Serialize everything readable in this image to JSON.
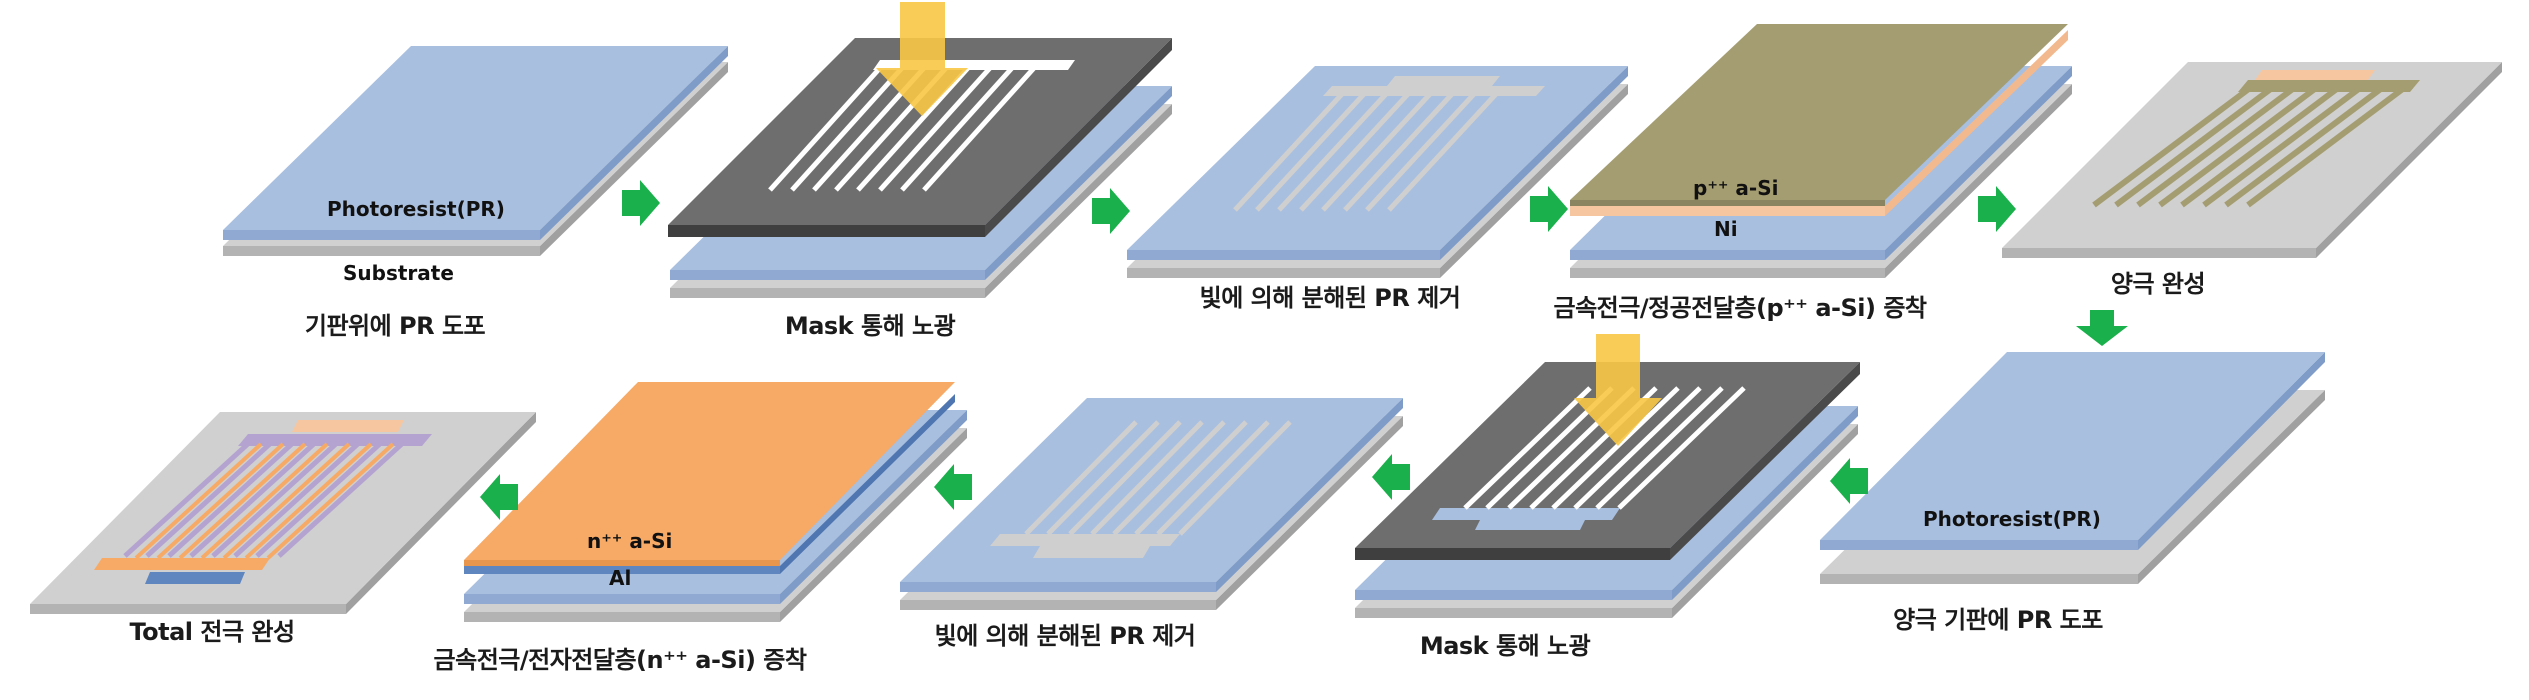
{
  "captions": {
    "s1": "기판위에 PR 도포",
    "s2": "Mask 통해 노광",
    "s3": "빛에 의해 분해된 PR 제거",
    "s4": "금속전극/정공전달층(p⁺⁺ a-Si) 증착",
    "s5": "양극 완성",
    "s6": "양극 기판에 PR 도포",
    "s7": "Mask 통해 노광",
    "s8": "빛에 의해 분해된 PR 제거",
    "s9": "금속전극/전자전달층(n⁺⁺ a-Si) 증착",
    "s10": "Total 전극 완성"
  },
  "labels": {
    "photoresist": "Photoresist(PR)",
    "substrate": "Substrate",
    "p_si": "p⁺⁺ a-Si",
    "ni": "Ni",
    "photoresist2": "Photoresist(PR)",
    "n_si": "n⁺⁺ a-Si",
    "al": "Al"
  },
  "colors": {
    "pr_top": "#a8bfdf",
    "pr_side": "#7f9cc8",
    "substrate_top": "#cfcfcf",
    "substrate_side": "#a8a8a8",
    "mask_top": "#6e6e6e",
    "mask_side": "#3f3f3f",
    "p_si": "#a59d72",
    "ni": "#f6c6a0",
    "n_si": "#f6aa66",
    "al": "#5f86bf",
    "arrow": "#1ab04b",
    "light": "#f7c744"
  }
}
